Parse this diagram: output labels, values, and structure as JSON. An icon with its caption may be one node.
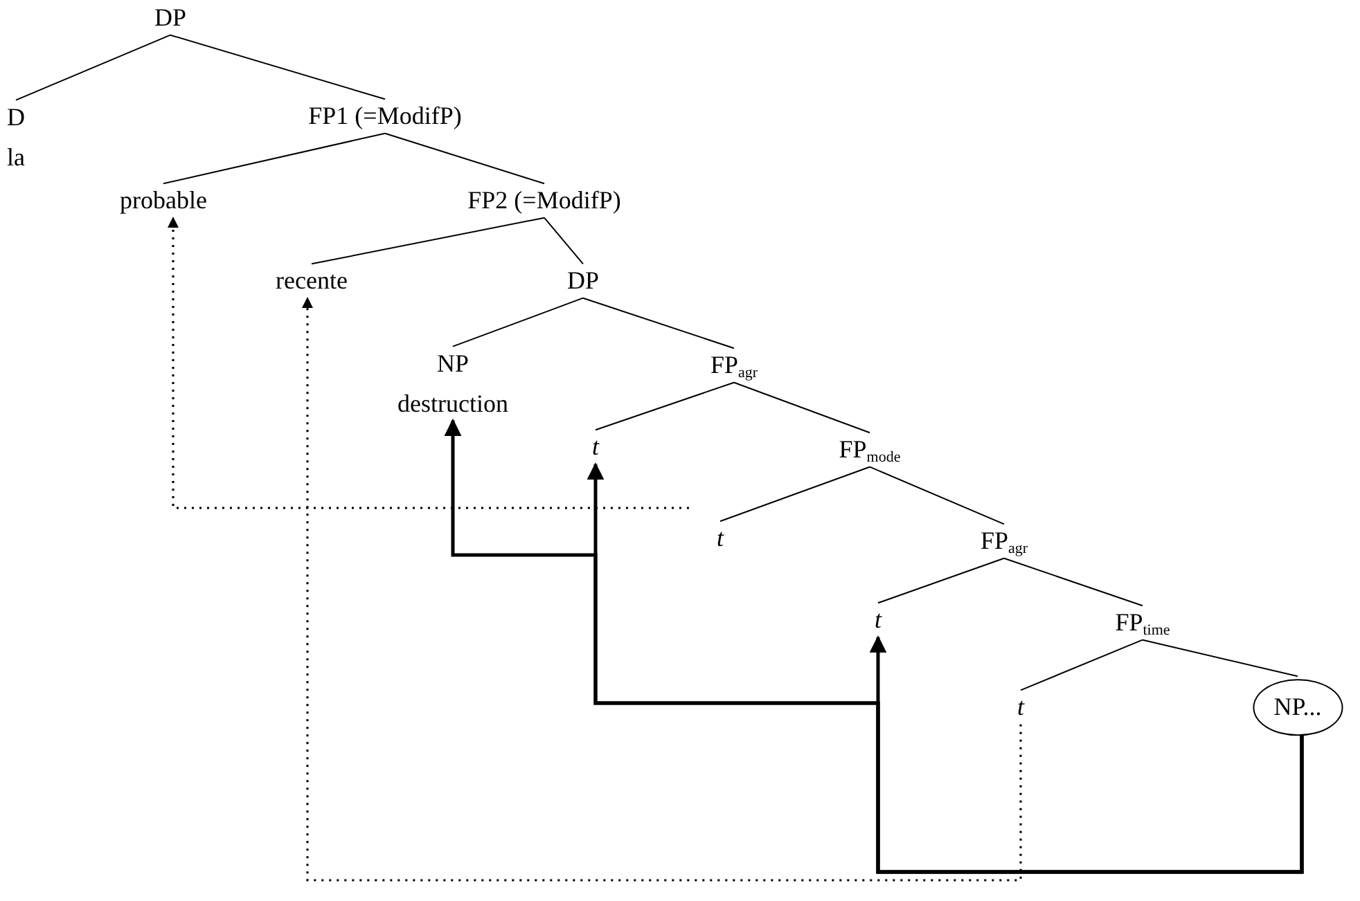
{
  "diagram": {
    "nodes": [
      {
        "text": [
          "DP"
        ]
      },
      {
        "text": [
          "D",
          "la"
        ]
      },
      {
        "text": [
          "FP1 (=ModifP)"
        ]
      },
      {
        "text": [
          "probable"
        ]
      },
      {
        "text": [
          "FP2 (=ModifP)"
        ]
      },
      {
        "text": [
          "recente"
        ]
      },
      {
        "text": [
          "DP"
        ]
      },
      {
        "text": [
          "NP",
          "destruction"
        ]
      },
      {
        "text": [
          "FP$_{agr}$"
        ]
      },
      {
        "text": [
          "t"
        ]
      },
      {
        "text": [
          "FP$_{mode}$"
        ]
      },
      {
        "text": [
          "t"
        ]
      },
      {
        "text": [
          "FP$_{agr}$"
        ]
      },
      {
        "text": [
          "t"
        ]
      },
      {
        "text": [
          "FP$_{time}$"
        ]
      },
      {
        "text": [
          "t"
        ]
      },
      {
        "text": [
          "NP..."
        ]
      }
    ],
    "edges": [
      {
        "from": 0,
        "to": 1,
        "arrow": "none"
      },
      {
        "from": 0,
        "to": 2,
        "arrow": "none"
      },
      {
        "from": 2,
        "to": 3,
        "arrow": "none"
      },
      {
        "from": 2,
        "to": 4,
        "arrow": "none"
      },
      {
        "from": 4,
        "to": 5,
        "arrow": "none"
      },
      {
        "from": 4,
        "to": 6,
        "arrow": "none"
      },
      {
        "from": 6,
        "to": 7,
        "arrow": "none"
      },
      {
        "from": 6,
        "to": 8,
        "arrow": "none"
      },
      {
        "from": 8,
        "to": 9,
        "arrow": "none"
      },
      {
        "from": 8,
        "to": 10,
        "arrow": "none"
      },
      {
        "from": 10,
        "to": 11,
        "arrow": "none"
      },
      {
        "from": 10,
        "to": 12,
        "arrow": "none"
      },
      {
        "from": 12,
        "to": 13,
        "arrow": "none"
      },
      {
        "from": 12,
        "to": 14,
        "arrow": "none"
      },
      {
        "from": 14,
        "to": 15,
        "arrow": "none"
      },
      {
        "from": 14,
        "to": 16,
        "arrow": "none"
      },
      {
        "from": 11,
        "to": 3,
        "arrow": "to",
        "style": "dashed"
      },
      {
        "from": 15,
        "to": 5,
        "arrow": "to",
        "style": "dashed"
      },
      {
        "from": 16,
        "to": 13,
        "arrow": "to",
        "style": "thick"
      },
      {
        "from": 16,
        "to": 9,
        "arrow": "to",
        "style": "thick"
      },
      {
        "from": 16,
        "to": 7,
        "arrow": "to",
        "style": "thick"
      }
    ]
  }
}
